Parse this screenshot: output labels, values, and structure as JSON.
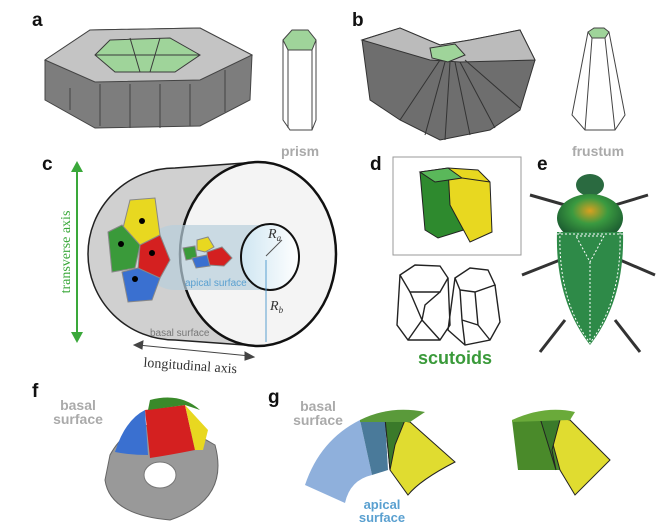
{
  "panels": {
    "a": {
      "label": "a",
      "shape_label": "prism"
    },
    "b": {
      "label": "b",
      "shape_label": "frustum"
    },
    "c": {
      "label": "c",
      "transverse_axis": "transverse axis",
      "longitudinal_axis": "longitudinal axis",
      "apical_surface": "apical surface",
      "basal_surface": "basal surface",
      "ra": "R",
      "ra_sub": "a",
      "rb": "R",
      "rb_sub": "b"
    },
    "d": {
      "label": "d",
      "caption": "scutoids"
    },
    "e": {
      "label": "e"
    },
    "f": {
      "label": "f",
      "basal_line1": "basal",
      "basal_line2": "surface"
    },
    "g": {
      "label": "g",
      "basal_line1": "basal",
      "basal_line2": "surface",
      "apical_line1": "apical",
      "apical_line2": "surface"
    }
  },
  "colors": {
    "green": "#3a9a3a",
    "yellow": "#e8d820",
    "red": "#d42020",
    "blue": "#3a70d0",
    "cell_green": "#9fd49a",
    "tissue_gray": "#8a8a8a",
    "axis_green": "#3aa83a",
    "apical_blue": "#5aa0d0"
  }
}
